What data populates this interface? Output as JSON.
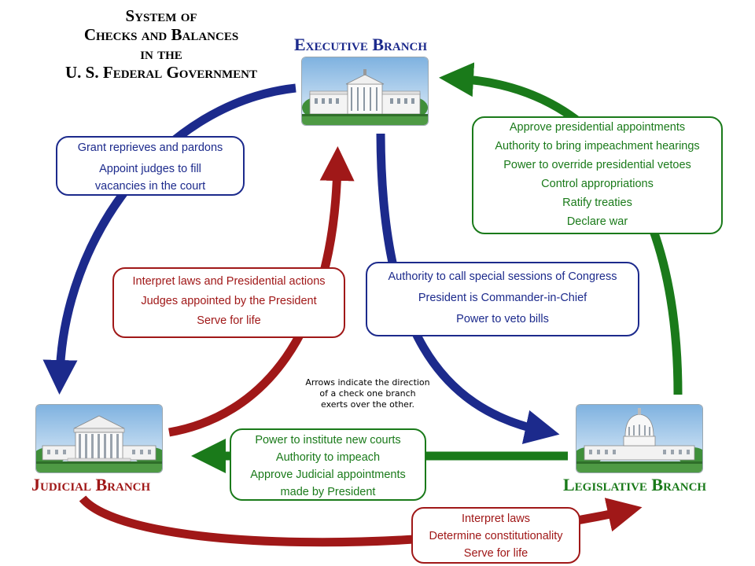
{
  "title": {
    "lines": [
      "System of",
      "Checks and Balances",
      "in the",
      "U. S. Federal Government"
    ]
  },
  "branches": {
    "executive": "Executive Branch",
    "judicial": "Judicial Branch",
    "legislative": "Legislative Branch"
  },
  "checks": {
    "executive_to_judicial": [
      "Grant reprieves and pardons",
      "Appoint judges to fill",
      "vacancies in the court"
    ],
    "legislative_to_executive": [
      "Approve presidential appointments",
      "Authority to bring impeachment hearings",
      "Power to override presidential vetoes",
      "Control appropriations",
      "Ratify treaties",
      "Declare war"
    ],
    "judicial_to_executive": [
      "Interpret laws and Presidential actions",
      "Judges appointed by the President",
      "Serve for life"
    ],
    "executive_to_legislative": [
      "Authority to call special sessions of Congress",
      "President is Commander-in-Chief",
      "Power to veto bills"
    ],
    "legislative_to_judicial": [
      "Power to institute new courts",
      "Authority to impeach",
      "Approve Judicial appointments",
      "made by President"
    ],
    "judicial_to_legislative": [
      "Interpret laws",
      "Determine constitutionality",
      "Serve for life"
    ]
  },
  "note": [
    "Arrows indicate the direction",
    "of a check one branch",
    "exerts over the other."
  ],
  "colors": {
    "executive": "#1c2a8c",
    "judicial": "#a01818",
    "legislative": "#1a7a1a"
  }
}
